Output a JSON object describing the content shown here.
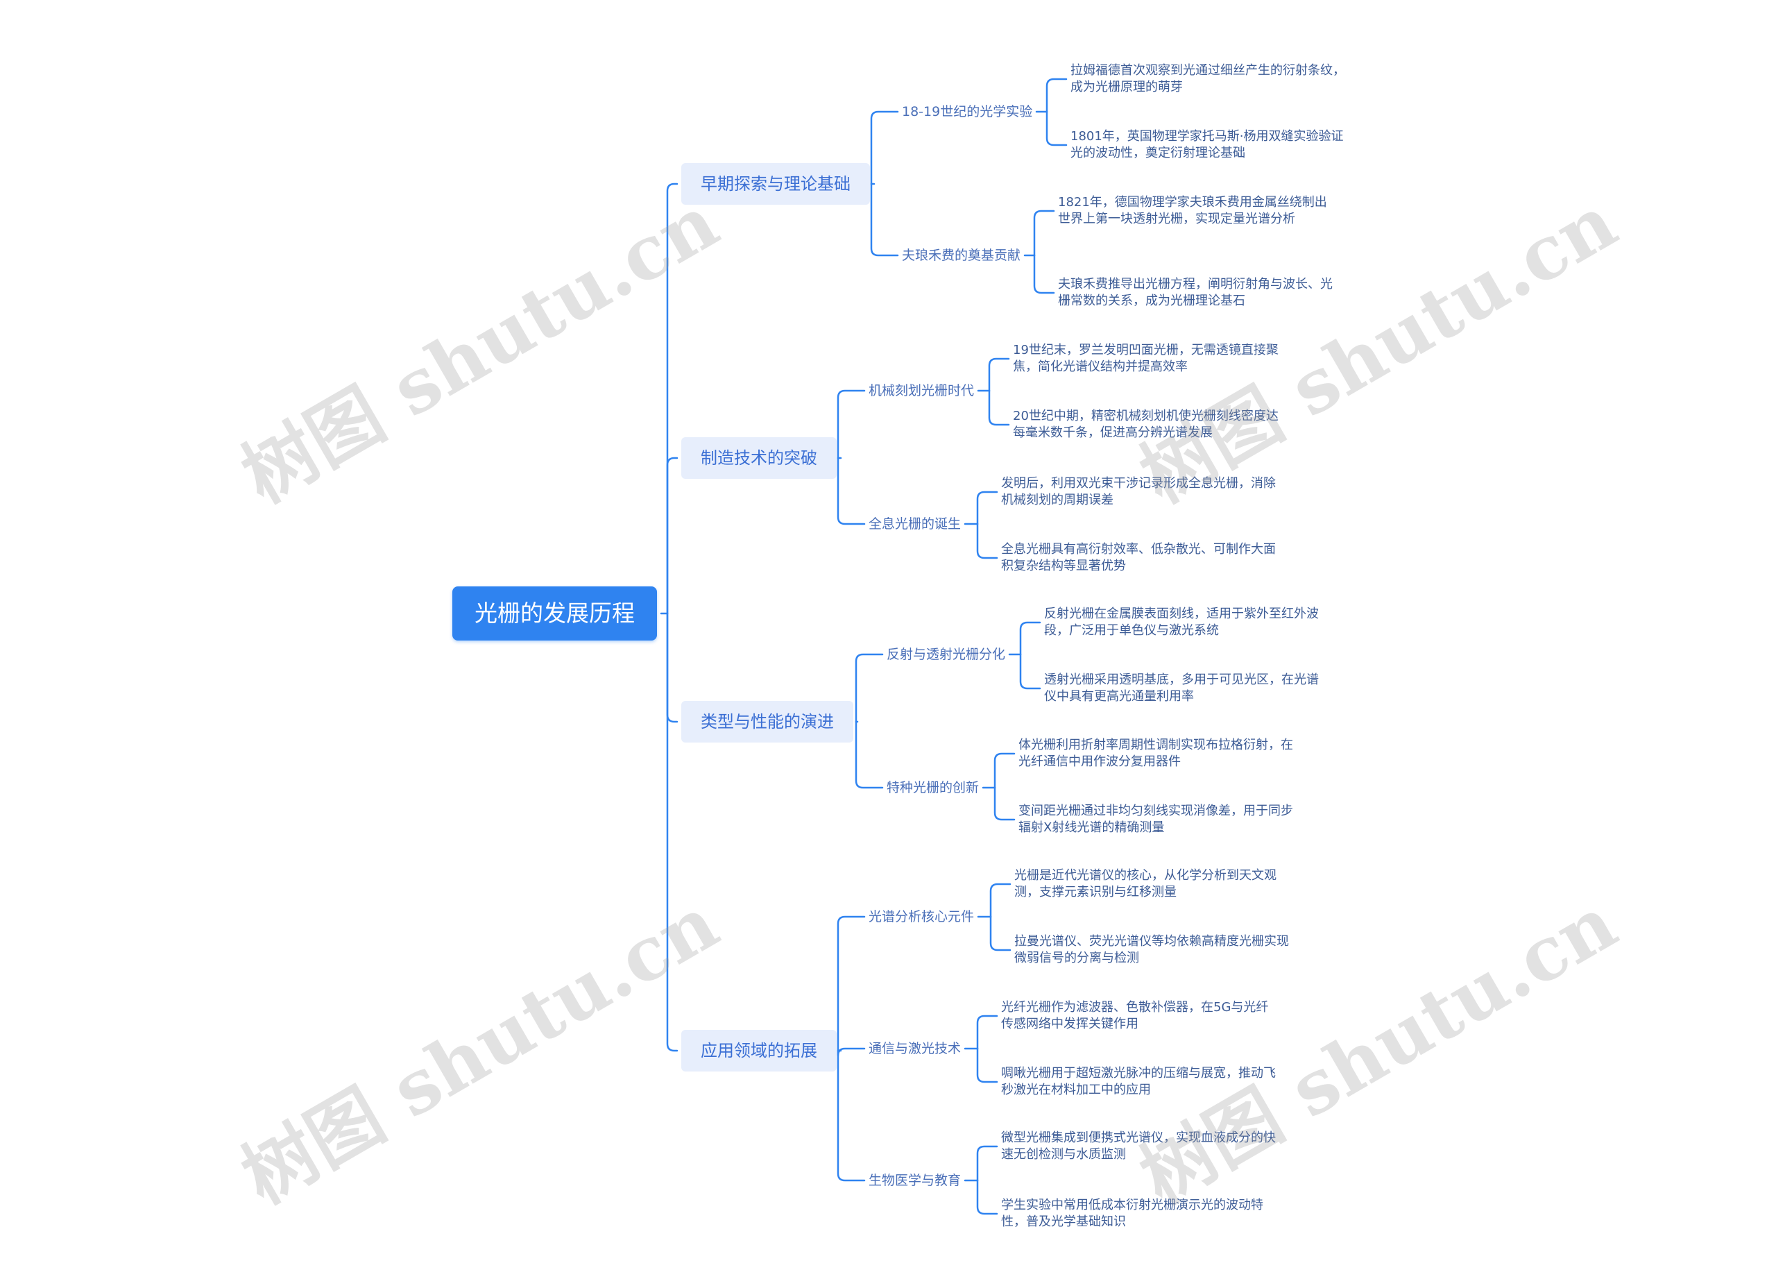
{
  "root": {
    "title": "光栅的发展历程"
  },
  "branches": [
    {
      "label": "早期探索与理论基础",
      "subs": [
        {
          "label": "18-19世纪的光学实验",
          "leaves": [
            "拉姆福德首次观察到光通过细丝产生的衍射条纹，成为光栅原理的萌芽",
            "1801年，英国物理学家托马斯·杨用双缝实验验证光的波动性，奠定衍射理论基础"
          ]
        },
        {
          "label": "夫琅禾费的奠基贡献",
          "leaves": [
            "1821年，德国物理学家夫琅禾费用金属丝绕制出世界上第一块透射光栅，实现定量光谱分析",
            "夫琅禾费推导出光栅方程，阐明衍射角与波长、光栅常数的关系，成为光栅理论基石"
          ]
        }
      ]
    },
    {
      "label": "制造技术的突破",
      "subs": [
        {
          "label": "机械刻划光栅时代",
          "leaves": [
            "19世纪末，罗兰发明凹面光栅，无需透镜直接聚焦，简化光谱仪结构并提高效率",
            "20世纪中期，精密机械刻划机使光栅刻线密度达每毫米数千条，促进高分辨光谱发展"
          ]
        },
        {
          "label": "全息光栅的诞生",
          "leaves": [
            "发明后，利用双光束干涉记录形成全息光栅，消除机械刻划的周期误差",
            "全息光栅具有高衍射效率、低杂散光、可制作大面积复杂结构等显著优势"
          ]
        }
      ]
    },
    {
      "label": "类型与性能的演进",
      "subs": [
        {
          "label": "反射与透射光栅分化",
          "leaves": [
            "反射光栅在金属膜表面刻线，适用于紫外至红外波段，广泛用于单色仪与激光系统",
            "透射光栅采用透明基底，多用于可见光区，在光谱仪中具有更高光通量利用率"
          ]
        },
        {
          "label": "特种光栅的创新",
          "leaves": [
            "体光栅利用折射率周期性调制实现布拉格衍射，在光纤通信中用作波分复用器件",
            "变间距光栅通过非均匀刻线实现消像差，用于同步辐射X射线光谱的精确测量"
          ]
        }
      ]
    },
    {
      "label": "应用领域的拓展",
      "subs": [
        {
          "label": "光谱分析核心元件",
          "leaves": [
            "光栅是近代光谱仪的核心，从化学分析到天文观测，支撑元素识别与红移测量",
            "拉曼光谱仪、荧光光谱仪等均依赖高精度光栅实现微弱信号的分离与检测"
          ]
        },
        {
          "label": "通信与激光技术",
          "leaves": [
            "光纤光栅作为滤波器、色散补偿器，在5G与光纤传感网络中发挥关键作用",
            "啁啾光栅用于超短激光脉冲的压缩与展宽，推动飞秒激光在材料加工中的应用"
          ]
        },
        {
          "label": "生物医学与教育",
          "leaves": [
            "微型光栅集成到便携式光谱仪，实现血液成分的快速无创检测与水质监测",
            "学生实验中常用低成本衍射光栅演示光的波动特性，普及光学基础知识"
          ]
        }
      ]
    }
  ],
  "watermark": {
    "text": "树图 shutu.cn"
  },
  "colors": {
    "root_bg": "#2f83f0",
    "branch_bg": "#e7eefc",
    "branch_text": "#3b6fd4",
    "line": "#2f83f0",
    "leaf_text": "#3d5c96"
  }
}
